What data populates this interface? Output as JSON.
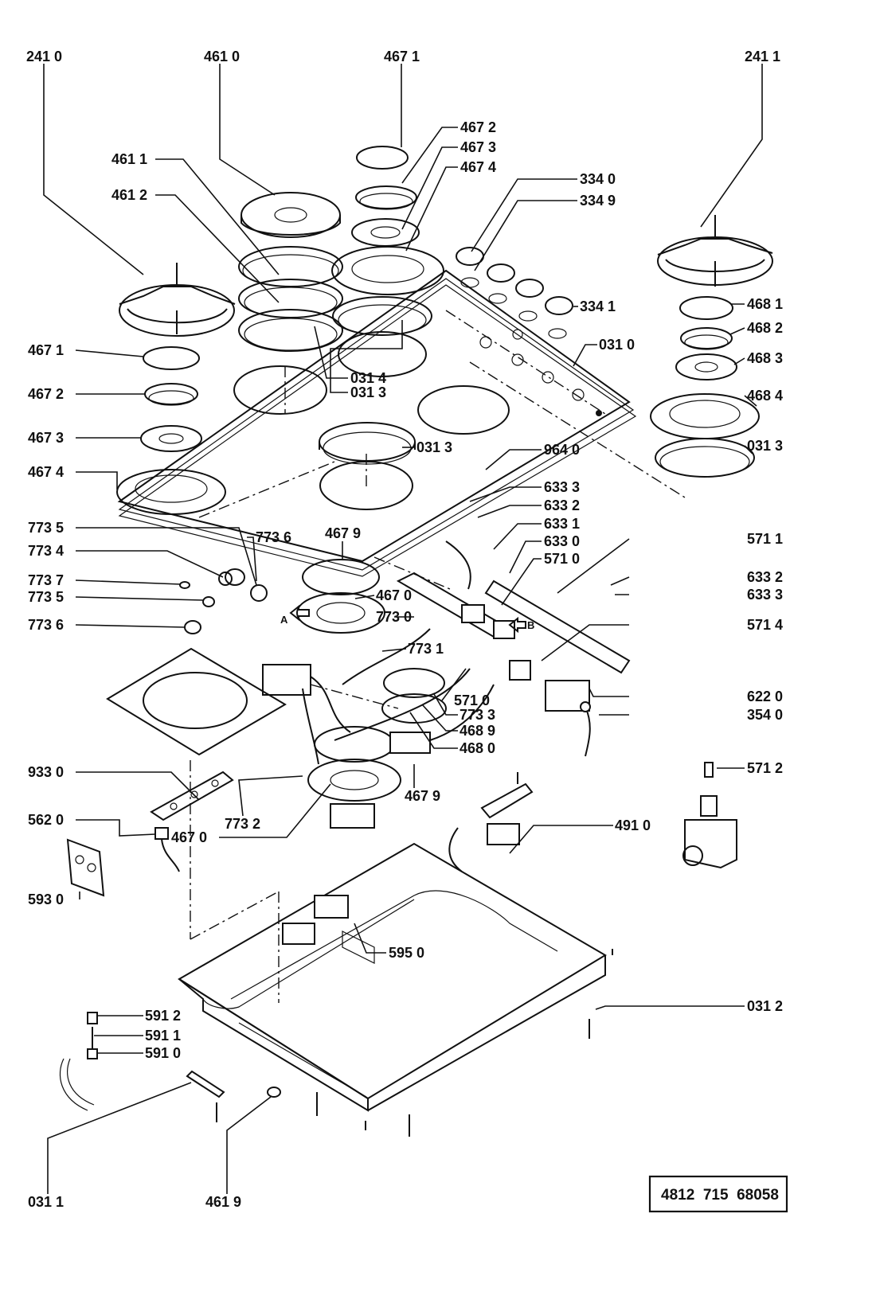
{
  "document_number": "4812  715  68058",
  "labels": {
    "l2410": "241 0",
    "l4610": "461 0",
    "l4671top": "467 1",
    "l2411": "241 1",
    "l4672top": "467 2",
    "l4673top": "467 3",
    "l4674top": "467 4",
    "l4611": "461 1",
    "l4612": "461 2",
    "l3340": "334 0",
    "l3349": "334 9",
    "l3341": "334 1",
    "l4681": "468 1",
    "l4682": "468 2",
    "l4683": "468 3",
    "l4684": "468 4",
    "l0313r": "031 3",
    "l4671l": "467 1",
    "l0310": "031 0",
    "l0314": "031 4",
    "l0313a": "031 3",
    "l4672l": "467 2",
    "l4673l": "467 3",
    "l0313b": "031 3",
    "l4674l": "467 4",
    "l9640": "964 0",
    "l6333a": "633 3",
    "l6332a": "633 2",
    "l6331": "633 1",
    "l6330": "633 0",
    "l5710a": "571 0",
    "l7735a": "773 5",
    "l4679a": "467 9",
    "l7734": "773 4",
    "l7736a": "773 6",
    "l5711": "571 1",
    "l7737": "773 7",
    "l6332b": "633 2",
    "l7735b": "773 5",
    "l4670a": "467 0",
    "l6333b": "633 3",
    "l7736b": "773 6",
    "l7730": "773 0",
    "l5714": "571 4",
    "l7731": "773 1",
    "l5710b": "571 0",
    "l6220": "622 0",
    "l7733": "773 3",
    "l3540": "354 0",
    "l4689": "468 9",
    "l4680": "468 0",
    "l9330": "933 0",
    "l4679b": "467 9",
    "l5712": "571 2",
    "l7732": "773 2",
    "l5620": "562 0",
    "l4670b": "467 0",
    "l4910": "491 0",
    "l5930": "593 0",
    "l5950": "595 0",
    "l5912": "591 2",
    "l0312": "031 2",
    "l5911": "591 1",
    "l5910": "591 0",
    "l0311": "031 1",
    "l4619": "461 9",
    "markA": "A",
    "markB": "B"
  }
}
